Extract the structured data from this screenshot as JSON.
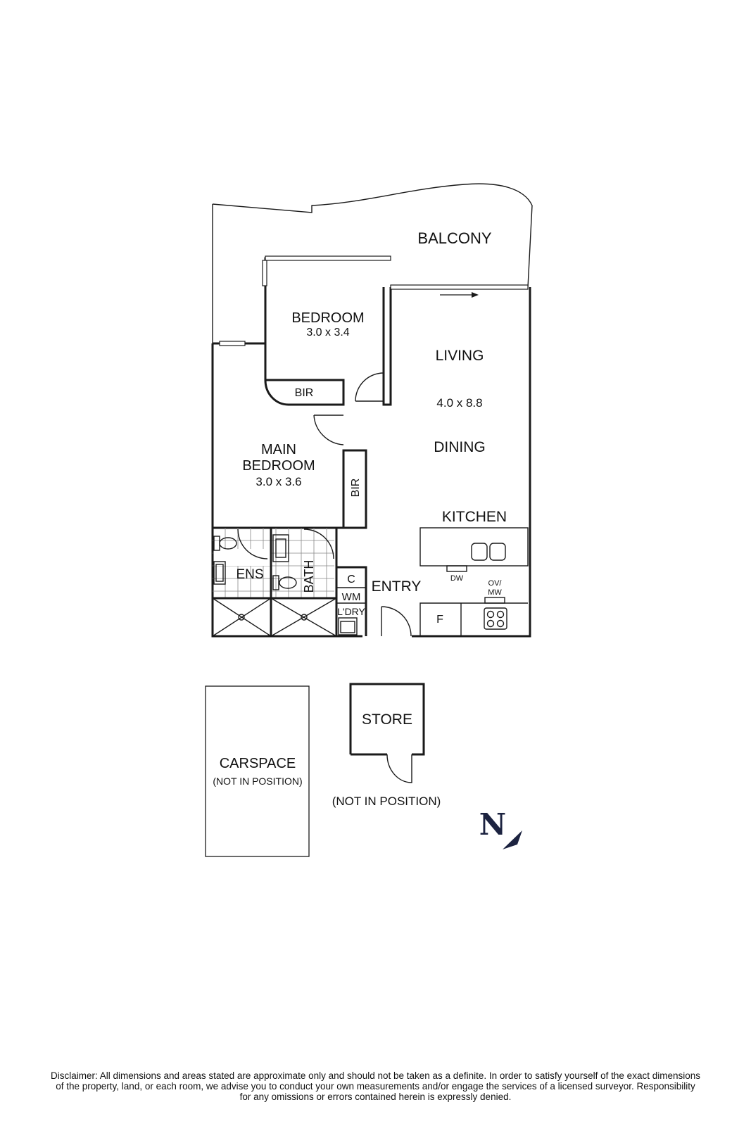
{
  "rooms": {
    "balcony": "BALCONY",
    "bedroom": {
      "name": "BEDROOM",
      "size": "3.0 x 3.4"
    },
    "bir_1": "BIR",
    "living": "LIVING",
    "living_size": "4.0 x 8.8",
    "dining": "DINING",
    "main_bedroom": {
      "line1": "MAIN",
      "line2": "BEDROOM",
      "size": "3.0 x 3.6"
    },
    "bir_2": "BIR",
    "kitchen": "KITCHEN",
    "ens": "ENS",
    "bath": "BATH",
    "cupboard": "C",
    "wm": "WM",
    "ldry": "L'DRY",
    "entry": "ENTRY",
    "fridge": "F",
    "dw": "DW",
    "ov": "OV/",
    "mw": "MW"
  },
  "outbuildings": {
    "store": "STORE",
    "store_note": "(NOT IN POSITION)",
    "carspace": "CARSPACE",
    "carspace_note": "(NOT IN POSITION)"
  },
  "north": "N",
  "disclaimer": {
    "line1": "Disclaimer: All dimensions and areas stated are approximate only and should not be taken as a definite. In order to satisfy yourself of the exact dimensions",
    "line2": "of the property, land, or each room, we advise you to conduct your own measurements and/or engage the services of a licensed surveyor. Responsibility",
    "line3": "for any omissions or errors contained herein is expressly denied."
  }
}
